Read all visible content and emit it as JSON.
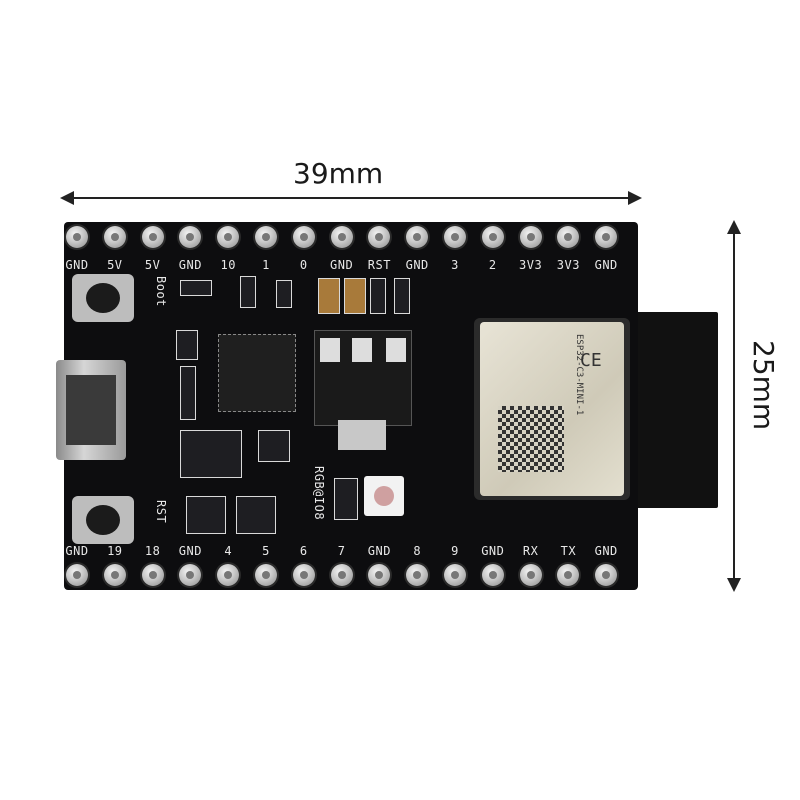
{
  "dimensions": {
    "width_label": "39mm",
    "height_label": "25mm"
  },
  "board": {
    "top_pins": [
      "GND",
      "5V",
      "5V",
      "GND",
      "10",
      "1",
      "0",
      "GND",
      "RST",
      "GND",
      "3",
      "2",
      "3V3",
      "3V3",
      "GND"
    ],
    "bottom_pins": [
      "GND",
      "19",
      "18",
      "GND",
      "4",
      "5",
      "6",
      "7",
      "GND",
      "8",
      "9",
      "GND",
      "RX",
      "TX",
      "GND"
    ],
    "button_boot_label": "Boot",
    "button_rst_label": "RST",
    "rgb_label": "RGB@IO8",
    "module_name": "ESP32-C3-MINI-1",
    "module_ce": "CE"
  },
  "colors": {
    "pcb": "#0d0d0f",
    "silkscreen": "#e8e8e8",
    "pin": "#c8c8c8"
  }
}
